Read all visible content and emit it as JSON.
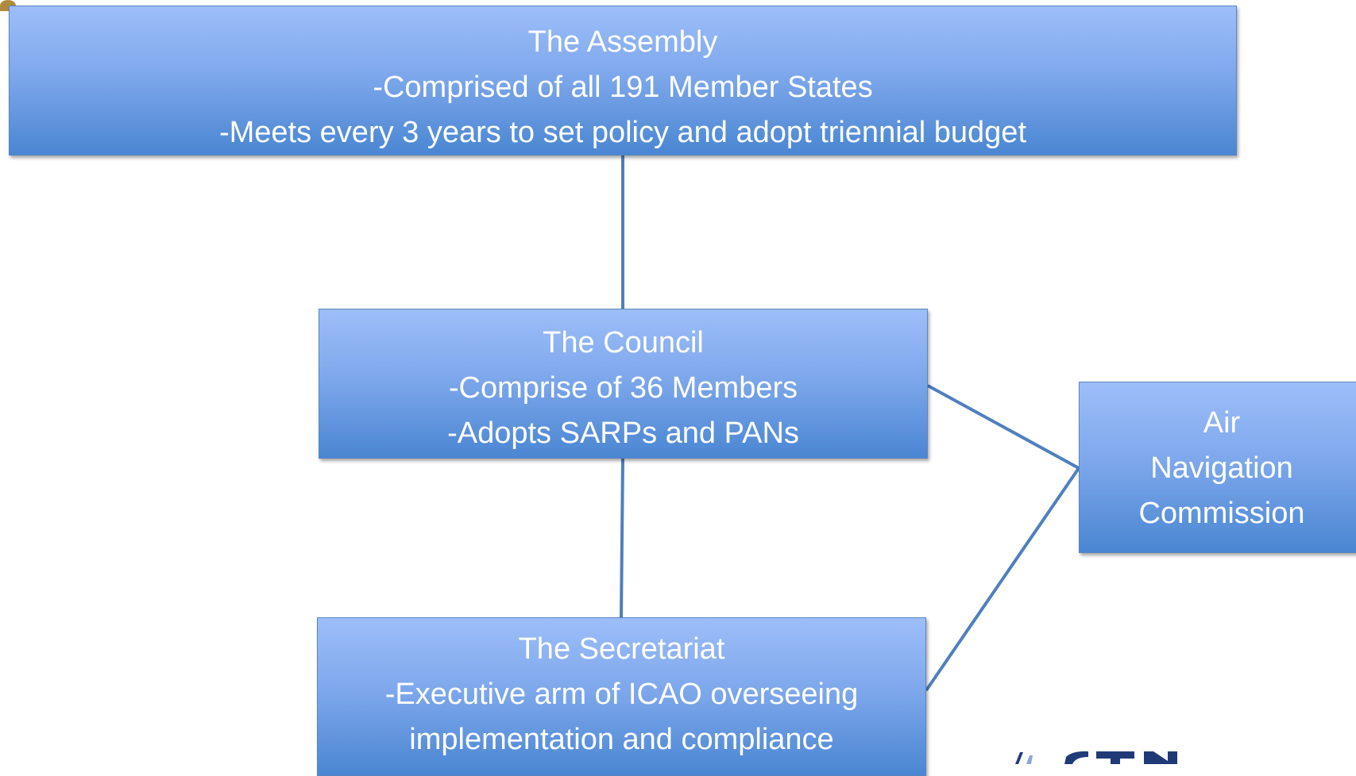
{
  "diagram": {
    "assembly": {
      "title": "The Assembly",
      "line1": "-Comprised of all 191 Member States",
      "line2": "-Meets every 3 years to set policy and adopt triennial budget"
    },
    "council": {
      "title": "The Council",
      "line1": "-Comprise of 36 Members",
      "line2": "-Adopts SARPs and PANs"
    },
    "secretariat": {
      "title": "The Secretariat",
      "line1": "-Executive arm of ICAO overseeing",
      "line2": "implementation and compliance"
    },
    "air_navigation_commission": {
      "line1": "Air",
      "line2": "Navigation",
      "line3": "Commission"
    }
  },
  "footer": {
    "logo_text": "N· GTN"
  },
  "colors": {
    "box_top": "#9dbef9",
    "box_bottom": "#4a86d2",
    "connector": "#4f7fbd",
    "text": "#ffffff"
  }
}
